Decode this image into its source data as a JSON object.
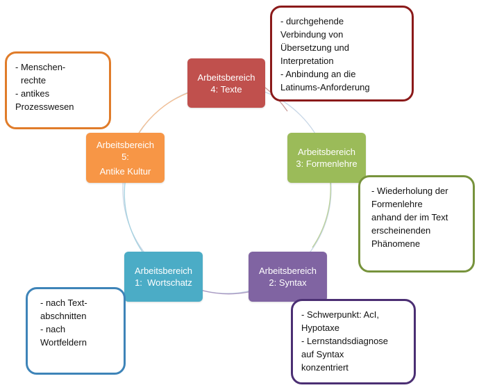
{
  "colors": {
    "ring": "#c7d6e6",
    "ws": "#4bacc6",
    "syntax": "#8064a2",
    "formen": "#9bbb59",
    "texte": "#c0504d",
    "kultur": "#f79646"
  },
  "nodes": {
    "texte": {
      "line1": "Arbeitsbereich",
      "line2": "4: Texte"
    },
    "formen": {
      "line1": "Arbeitsbereich",
      "line2": "3: Formenlehre"
    },
    "syntax": {
      "line1": "Arbeitsbereich",
      "line2": "2: Syntax"
    },
    "ws": {
      "line1": "Arbeitsbereich",
      "line2": "1:  Wortschatz"
    },
    "kultur": {
      "line1": "Arbeitsbereich",
      "line2": "5:",
      "line3": "Antike Kultur"
    }
  },
  "callouts": {
    "texte": [
      "- durchgehende",
      "Verbindung von",
      "Übersetzung und",
      "Interpretation",
      "- Anbindung an die",
      "Latinums-Anforderung"
    ],
    "kultur": [
      "- Menschen-",
      "rechte",
      "- antikes",
      "Prozesswesen"
    ],
    "formen": [
      "- Wiederholung der",
      "Formenlehre",
      "anhand der im Text",
      "erscheinenden",
      "Phänomene"
    ],
    "ws": [
      "- nach Text-",
      "abschnitten",
      "- nach",
      "Wortfeldern"
    ],
    "syntax": [
      "- Schwerpunkt: AcI,",
      "Hypotaxe",
      "- Lernstandsdiagnose",
      "auf Syntax",
      "konzentriert"
    ]
  }
}
